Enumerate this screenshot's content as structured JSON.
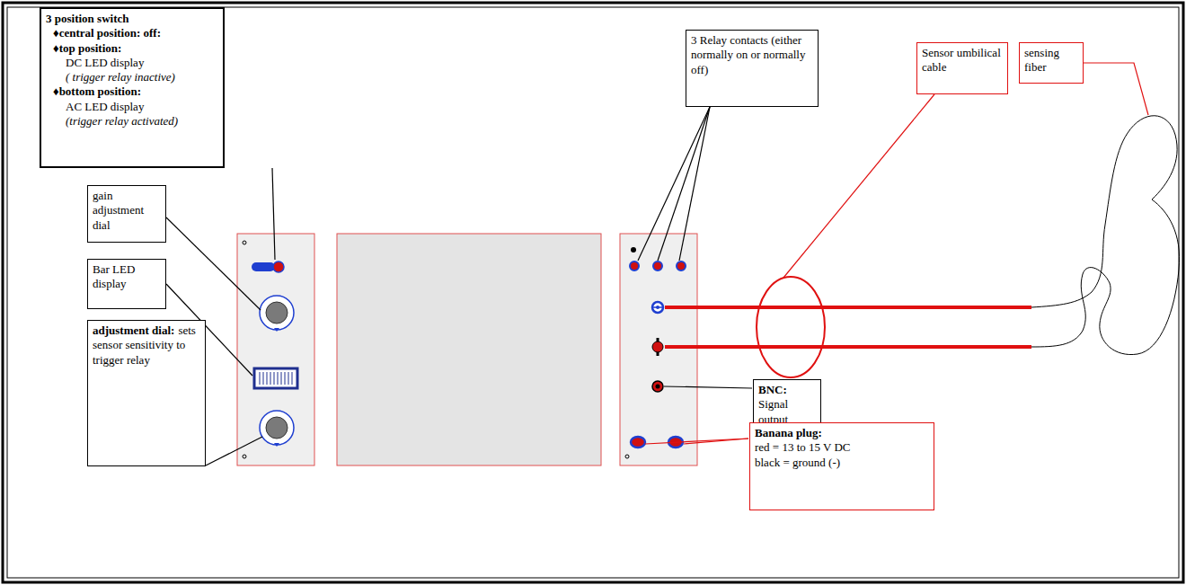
{
  "diagram": {
    "nodes": [
      {
        "text": [
          "3 position switch",
          "♦central position: off:",
          "♦top position:",
          "DC LED display",
          "( trigger relay inactive)",
          "♦bottom position:",
          "AC LED display",
          "(trigger relay activated)"
        ]
      },
      {
        "text": [
          "3 Relay contacts (either normally on or normally off)"
        ]
      },
      {
        "text": [
          "Sensor umbilical cable"
        ]
      },
      {
        "text": [
          "sensing fiber"
        ]
      },
      {
        "text": [
          "gain adjustment dial"
        ]
      },
      {
        "text": [
          "Bar LED display"
        ]
      },
      {
        "text": [
          "adjustment dial:",
          "sets sensor sensitivity to trigger relay"
        ]
      },
      {
        "text": [
          "BNC:",
          "Signal output"
        ]
      },
      {
        "text": [
          "Banana plug:",
          "red = 13 to 15 V DC",
          "black = ground (-)"
        ]
      }
    ]
  }
}
